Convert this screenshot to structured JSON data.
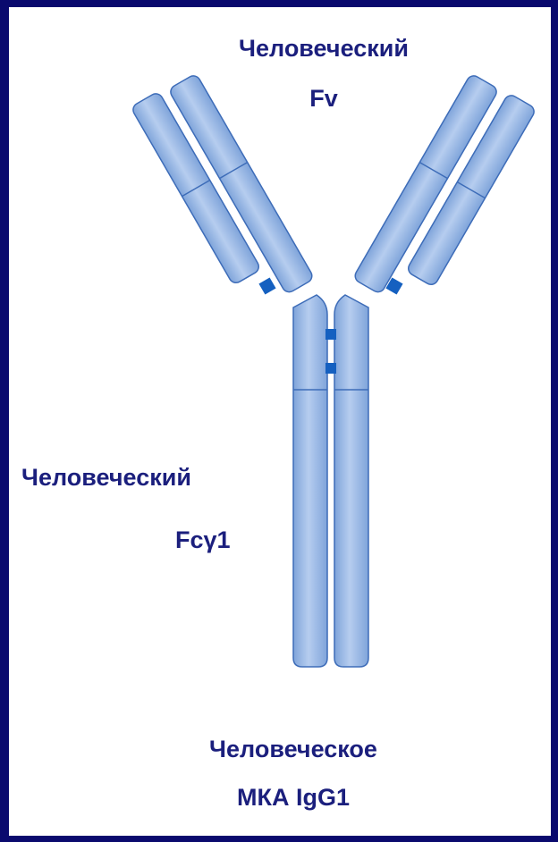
{
  "labels": {
    "fv_line1": "Человеческий",
    "fv_line2": "Fv",
    "fc_line1": "Человеческий",
    "fc_line2": "Fcγ1",
    "title_line1": "Человеческое",
    "title_line2": "МКА IgG1"
  },
  "colors": {
    "frame": "#0a0a6e",
    "background": "#ffffff",
    "text": "#1b1f7d",
    "chain_fill": "#9bbbe6",
    "chain_stroke": "#3d6cb8",
    "disulfide": "#1560c0"
  }
}
